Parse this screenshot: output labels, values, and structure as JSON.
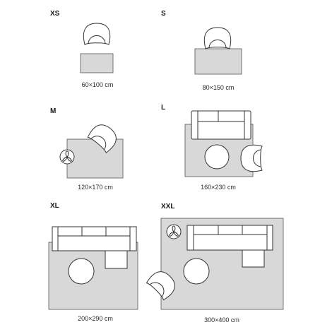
{
  "panels": [
    {
      "id": "xs",
      "size": "XS",
      "dims": "60×100 cm"
    },
    {
      "id": "s",
      "size": "S",
      "dims": "80×150 cm"
    },
    {
      "id": "m",
      "size": "M",
      "dims": "120×170 cm"
    },
    {
      "id": "l",
      "size": "L",
      "dims": "160×230 cm"
    },
    {
      "id": "xl",
      "size": "XL",
      "dims": "200×290 cm"
    },
    {
      "id": "xxl",
      "size": "XXL",
      "dims": "300×400 cm"
    }
  ],
  "colors": {
    "rug": "#d8d8d8",
    "outline": "#333333",
    "background": "#ffffff"
  }
}
